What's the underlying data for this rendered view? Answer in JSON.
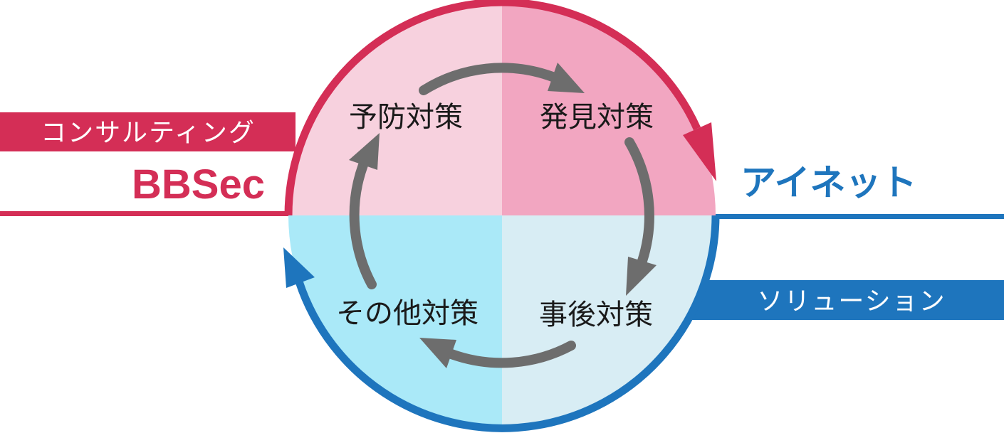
{
  "diagram": {
    "left": {
      "banner": "コンサルティング",
      "company": "BBSec"
    },
    "right": {
      "company": "アイネット",
      "banner": "ソリューション"
    },
    "quadrants": [
      {
        "label": "予防対策",
        "position": "top-left",
        "fill": "#f7d1de"
      },
      {
        "label": "発見対策",
        "position": "top-right",
        "fill": "#f2a6c1"
      },
      {
        "label": "その他対策",
        "position": "bottom-left",
        "fill": "#aae9f8"
      },
      {
        "label": "事後対策",
        "position": "bottom-right",
        "fill": "#d8edf4"
      }
    ],
    "colors": {
      "red": "#d42e56",
      "blue": "#1e75bd",
      "arrow_gray": "#6d6d6d",
      "label_text": "#1a1a1a",
      "banner_text": "#ffffff"
    }
  }
}
